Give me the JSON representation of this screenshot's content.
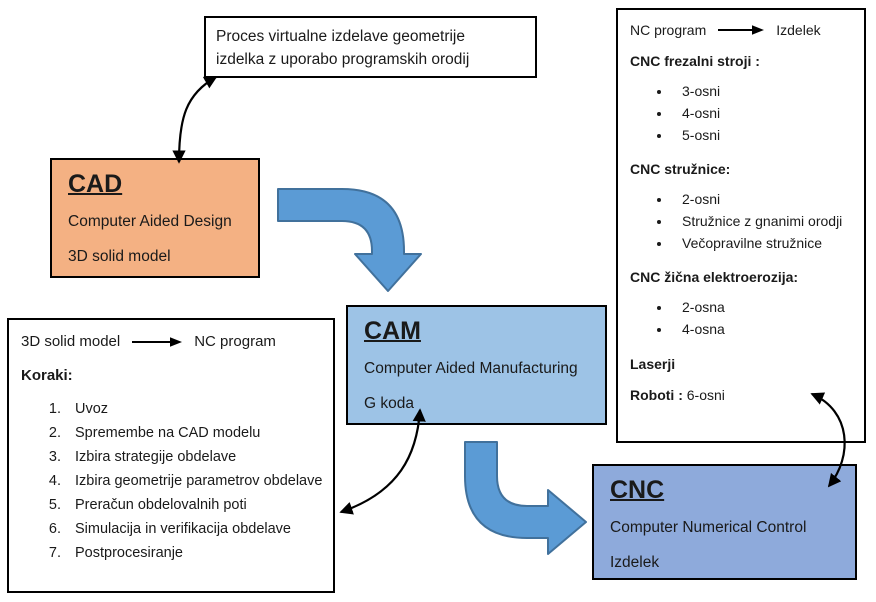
{
  "colors": {
    "cad_fill": "#F4B183",
    "cam_fill": "#9DC3E6",
    "cnc_fill": "#8EAADB",
    "big_arrow_fill": "#5B9BD5",
    "big_arrow_stroke": "#41719C",
    "box_border": "#000000",
    "connector": "#000000"
  },
  "annotation_box": {
    "line1": "Proces virtualne izdelave geometrije",
    "line2": "izdelka z uporabo programskih orodij"
  },
  "cad": {
    "title": "CAD",
    "line1": "Computer Aided Design",
    "line2": "3D solid model"
  },
  "cam": {
    "title": "CAM",
    "line1": "Computer Aided Manufacturing",
    "line2": "G koda"
  },
  "cnc": {
    "title": "CNC",
    "line1": "Computer Numerical Control",
    "line2": "Izdelek"
  },
  "steps_box": {
    "flow_from": "3D solid model",
    "flow_to": "NC program",
    "heading": "Koraki:",
    "steps": [
      "Uvoz",
      "Spremembe na CAD modelu",
      "Izbira strategije obdelave",
      "Izbira  geometrije parametrov obdelave",
      "Preračun obdelovalnih poti",
      "Simulacija in verifikacija obdelave",
      "Postprocesiranje"
    ]
  },
  "machines_box": {
    "flow_from": "NC program",
    "flow_to": "Izdelek",
    "sections": [
      {
        "heading": "CNC frezalni stroji :",
        "items": [
          "3-osni",
          "4-osni",
          "5-osni"
        ]
      },
      {
        "heading": "CNC stružnice:",
        "items": [
          "2-osni",
          "Stružnice z gnanimi orodji",
          "Večopravilne stružnice"
        ]
      },
      {
        "heading": "CNC žična elektroerozija:",
        "items": [
          "2-osna",
          "4-osna"
        ]
      }
    ],
    "laserji": "Laserji",
    "roboti_label": "Roboti :",
    "roboti_value": "6-osni"
  }
}
